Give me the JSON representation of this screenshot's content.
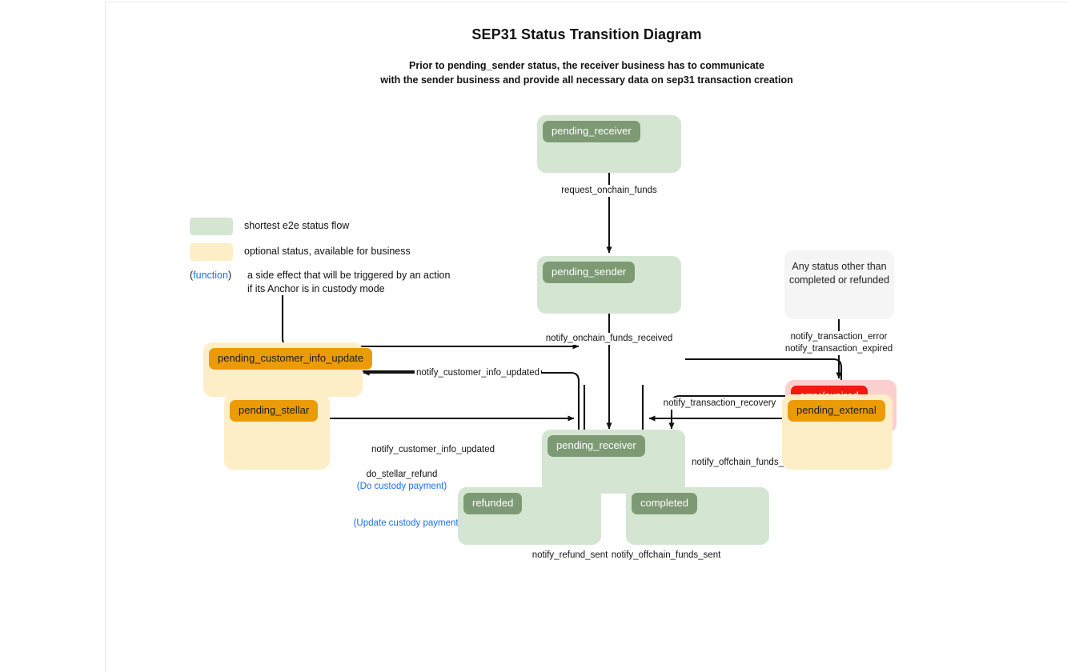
{
  "page": {
    "title": "SEP31 Status Transition Diagram",
    "subtitle_line1": "Prior to pending_sender status, the receiver business has to communicate",
    "subtitle_line2": "with the sender business and provide all necessary data on sep31 transaction creation"
  },
  "colors": {
    "green_fill": "#d4e6d2",
    "green_chip": "#7d9a75",
    "amber_fill": "#fdeec7",
    "amber_chip": "#eb9b06",
    "red_fill": "#fbcfcf",
    "red_chip": "#f01a0f",
    "grey_fill": "#f5f5f5",
    "function_text": "#1b6ff0",
    "edge_stroke": "#111111"
  },
  "legend": {
    "items": [
      {
        "swatch": "green",
        "label": "shortest e2e status flow"
      },
      {
        "swatch": "amber",
        "label": "optional status, available for business"
      }
    ],
    "function_note": {
      "open_paren": "(",
      "token": "function",
      "close_paren": ")",
      "line1": "a side effect that will be triggered by an action",
      "line2": "if its Anchor is in custody mode"
    }
  },
  "nodes": [
    {
      "id": "pending_receiver_top",
      "label": "pending_receiver",
      "kind": "green"
    },
    {
      "id": "pending_sender",
      "label": "pending_sender",
      "kind": "green"
    },
    {
      "id": "any_status",
      "label": "Any status other than\ncompleted or refunded",
      "kind": "grey",
      "line1": "Any status other than",
      "line2": "completed or refunded"
    },
    {
      "id": "error_expired",
      "label": "error/expired",
      "kind": "red"
    },
    {
      "id": "pending_cust_info",
      "label": "pending_customer_info_update",
      "kind": "amber"
    },
    {
      "id": "pending_receiver_mid",
      "label": "pending_receiver",
      "kind": "green"
    },
    {
      "id": "pending_stellar",
      "label": "pending_stellar",
      "kind": "amber"
    },
    {
      "id": "pending_external",
      "label": "pending_external",
      "kind": "amber"
    },
    {
      "id": "refunded",
      "label": "refunded",
      "kind": "green"
    },
    {
      "id": "completed",
      "label": "completed",
      "kind": "green"
    }
  ],
  "edges": [
    {
      "id": "e1",
      "from": "pending_receiver_top",
      "to": "pending_sender",
      "label": "request_onchain_funds"
    },
    {
      "id": "e2",
      "from": "pending_sender",
      "to": "pending_receiver_mid",
      "label": "notify_onchain_funds_received"
    },
    {
      "id": "e3",
      "from": "any_status",
      "to": "error_expired",
      "label_line1": "notify_transaction_error",
      "label_line2": "notify_transaction_expired"
    },
    {
      "id": "e4",
      "from": "error_expired",
      "to": "pending_receiver_mid",
      "label": "notify_transaction_recovery"
    },
    {
      "id": "e5",
      "from": "pending_receiver_mid",
      "to": "pending_cust_info",
      "label": "notify_customer_info_updated"
    },
    {
      "id": "e6",
      "from": "pending_cust_info",
      "to": "pending_receiver_mid",
      "label": "notify_customer_info_updated"
    },
    {
      "id": "e7",
      "from": "pending_receiver_mid",
      "to": "pending_stellar",
      "label": "do_stellar_refund",
      "fn_label": "(Do custody payment)"
    },
    {
      "id": "e8",
      "from": "pending_stellar",
      "to": "refunded",
      "fn_label": "(Update custody payment)"
    },
    {
      "id": "e9",
      "from": "pending_receiver_mid",
      "to": "pending_external",
      "label": "notify_offchain_funds_pending"
    },
    {
      "id": "e10",
      "from": "pending_external",
      "to": "completed",
      "label": ""
    },
    {
      "id": "e11",
      "from": "pending_receiver_mid",
      "to": "refunded",
      "label": "notify_refund_sent"
    },
    {
      "id": "e12",
      "from": "pending_receiver_mid",
      "to": "completed",
      "label": "notify_offchain_funds_sent"
    }
  ]
}
